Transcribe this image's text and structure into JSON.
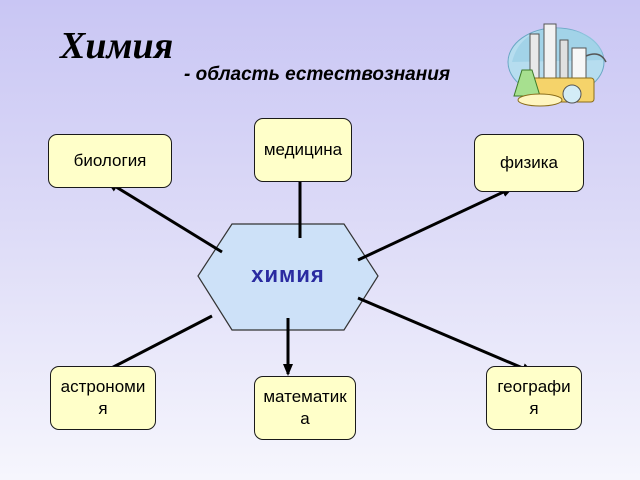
{
  "title": "Химия",
  "subtitle": "- область естествознания",
  "center": "химия",
  "nodes": {
    "biology": "биология",
    "medicine": "медицина",
    "physics": "физика",
    "astronomy": "астрономия",
    "math": "математика",
    "geography": "география"
  },
  "colors": {
    "node_fill": "#ffffc9",
    "hexagon_fill": "#cde1f8",
    "center_text": "#2a2aa0"
  },
  "icons": {
    "illustration": "chemistry-lab-flasks-icon"
  }
}
